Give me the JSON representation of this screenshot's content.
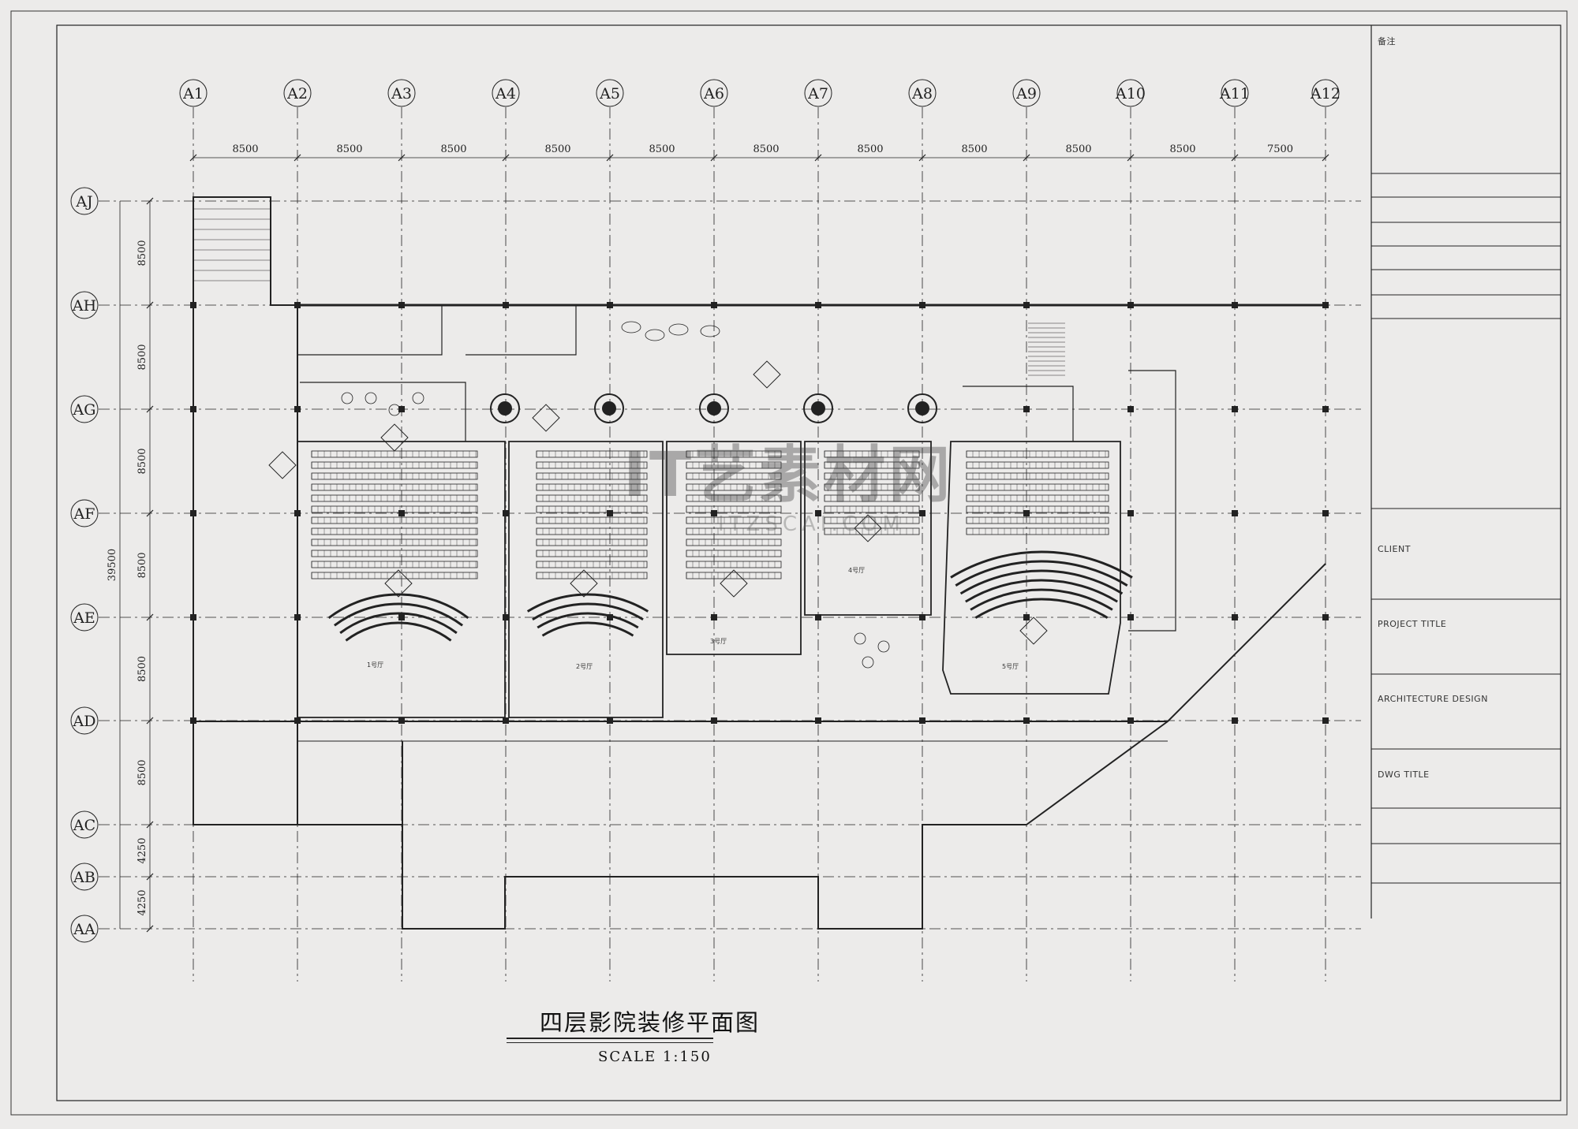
{
  "drawing": {
    "title": "四层影院装修平面图",
    "scale": "SCALE 1:150",
    "watermark_main": "IT艺素材网",
    "watermark_sub": "ITZSCAI.COM"
  },
  "grid": {
    "columns": [
      "A1",
      "A2",
      "A3",
      "A4",
      "A5",
      "A6",
      "A7",
      "A8",
      "A9",
      "A10",
      "A11",
      "A12"
    ],
    "column_spacings": [
      "8500",
      "8500",
      "8500",
      "8500",
      "8500",
      "8500",
      "8500",
      "8500",
      "8500",
      "8500",
      "7500"
    ],
    "rows": [
      "AJ",
      "AH",
      "AG",
      "AF",
      "AE",
      "AD",
      "AC",
      "AB",
      "AA"
    ],
    "row_spacings": [
      "8500",
      "8500",
      "8500",
      "8500",
      "8500",
      "8500",
      "4250",
      "4250"
    ],
    "total_depth": "39500"
  },
  "title_block": {
    "remarks": "备注",
    "client": "CLIENT",
    "project_title": "PROJECT TITLE",
    "architecture_design": "ARCHITECTURE DESIGN",
    "dwg_title": "DWG TITLE"
  },
  "theaters": [
    {
      "label": "1号厅"
    },
    {
      "label": "2号厅"
    },
    {
      "label": "3号厅"
    },
    {
      "label": "4号厅"
    },
    {
      "label": "5号厅"
    }
  ],
  "colors": {
    "paper": "#ecebea",
    "ink": "#222222"
  }
}
